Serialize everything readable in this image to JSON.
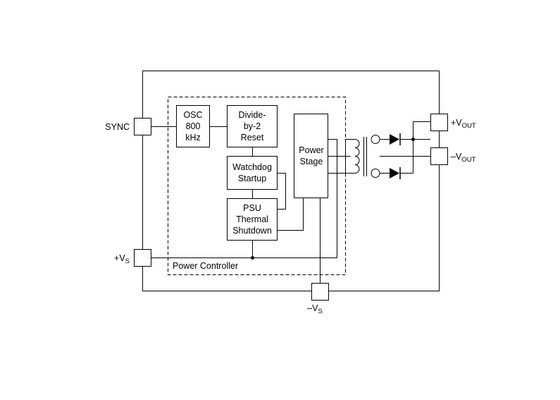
{
  "blocks": {
    "osc": [
      "OSC",
      "800",
      "kHz"
    ],
    "divide": [
      "Divide-",
      "by-2",
      "Reset"
    ],
    "watchdog": [
      "Watchdog",
      "Startup"
    ],
    "psu": [
      "PSU",
      "Thermal",
      "Shutdown"
    ],
    "power_stage": [
      "Power",
      "Stage"
    ]
  },
  "group_label": "Power Controller",
  "pins": {
    "sync": "SYNC",
    "vs_pos_sign": "+V",
    "vs_pos_sub": "S",
    "vs_neg_sign": "–V",
    "vs_neg_sub": "S",
    "vout_pos_sign": "+V",
    "vout_pos_sub": "OUT",
    "vout_neg_sign": "–V",
    "vout_neg_sub": "OUT"
  }
}
